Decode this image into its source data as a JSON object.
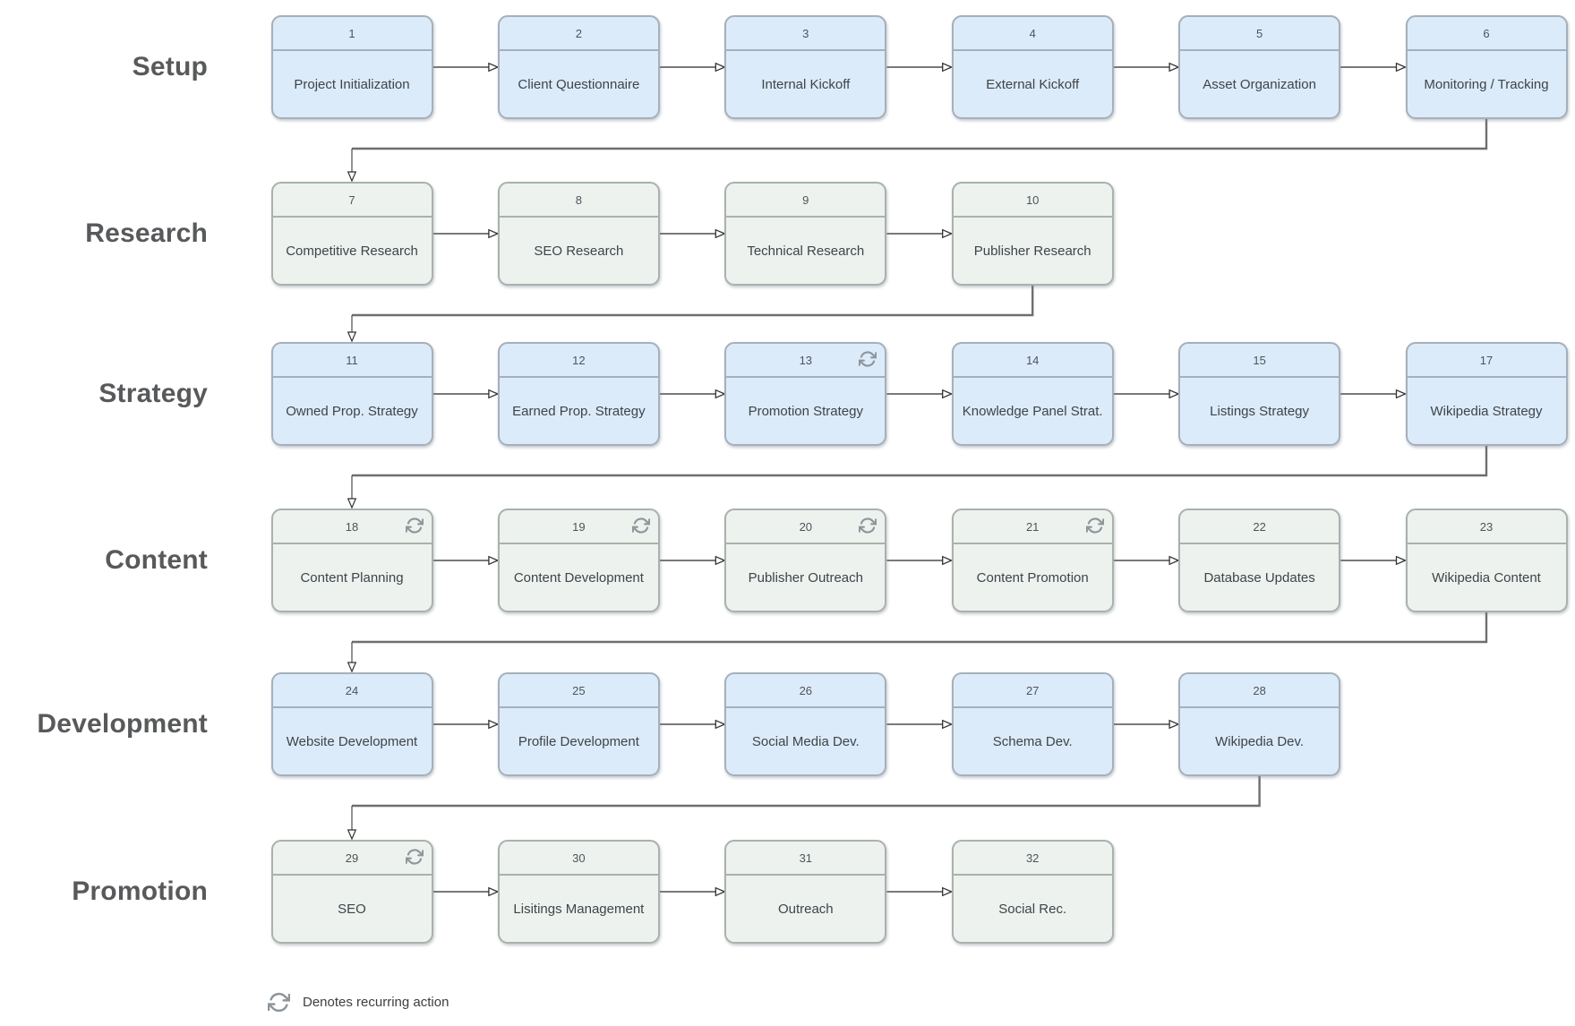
{
  "colors": {
    "blue": {
      "fill": "#dcebfa",
      "border": "#a6b0ba"
    },
    "green": {
      "fill": "#edf2ef",
      "border": "#a9b2ac"
    },
    "connector": "#4d4d4d",
    "return_connector": "#6e6e6e",
    "label_text": "#58595b",
    "recurring_icon": "#8e969b"
  },
  "legend": {
    "icon": "recurring-icon",
    "text": "Denotes recurring action"
  },
  "rows": [
    {
      "label": "Setup",
      "palette": "blue",
      "boxes": [
        {
          "num": "1",
          "title": "Project Initialization"
        },
        {
          "num": "2",
          "title": "Client Questionnaire"
        },
        {
          "num": "3",
          "title": "Internal Kickoff"
        },
        {
          "num": "4",
          "title": "External Kickoff"
        },
        {
          "num": "5",
          "title": "Asset Organization"
        },
        {
          "num": "6",
          "title": "Monitoring / Tracking"
        }
      ]
    },
    {
      "label": "Research",
      "palette": "green",
      "boxes": [
        {
          "num": "7",
          "title": "Competitive Research"
        },
        {
          "num": "8",
          "title": "SEO Research"
        },
        {
          "num": "9",
          "title": "Technical Research"
        },
        {
          "num": "10",
          "title": "Publisher Research"
        }
      ]
    },
    {
      "label": "Strategy",
      "palette": "blue",
      "boxes": [
        {
          "num": "11",
          "title": "Owned Prop. Strategy"
        },
        {
          "num": "12",
          "title": "Earned Prop. Strategy"
        },
        {
          "num": "13",
          "title": "Promotion Strategy",
          "recurring": true
        },
        {
          "num": "14",
          "title": "Knowledge Panel Strat."
        },
        {
          "num": "15",
          "title": "Listings Strategy"
        },
        {
          "num": "17",
          "title": "Wikipedia Strategy"
        }
      ]
    },
    {
      "label": "Content",
      "palette": "green",
      "boxes": [
        {
          "num": "18",
          "title": "Content Planning",
          "recurring": true
        },
        {
          "num": "19",
          "title": "Content Development",
          "recurring": true
        },
        {
          "num": "20",
          "title": "Publisher Outreach",
          "recurring": true
        },
        {
          "num": "21",
          "title": "Content Promotion",
          "recurring": true
        },
        {
          "num": "22",
          "title": "Database Updates"
        },
        {
          "num": "23",
          "title": "Wikipedia Content"
        }
      ]
    },
    {
      "label": "Development",
      "palette": "blue",
      "boxes": [
        {
          "num": "24",
          "title": "Website Development"
        },
        {
          "num": "25",
          "title": "Profile Development"
        },
        {
          "num": "26",
          "title": "Social Media Dev."
        },
        {
          "num": "27",
          "title": "Schema Dev."
        },
        {
          "num": "28",
          "title": "Wikipedia Dev."
        }
      ]
    },
    {
      "label": "Promotion",
      "palette": "green",
      "boxes": [
        {
          "num": "29",
          "title": "SEO",
          "recurring": true
        },
        {
          "num": "30",
          "title": "Lisitings Management"
        },
        {
          "num": "31",
          "title": "Outreach"
        },
        {
          "num": "32",
          "title": "Social Rec."
        }
      ]
    }
  ]
}
